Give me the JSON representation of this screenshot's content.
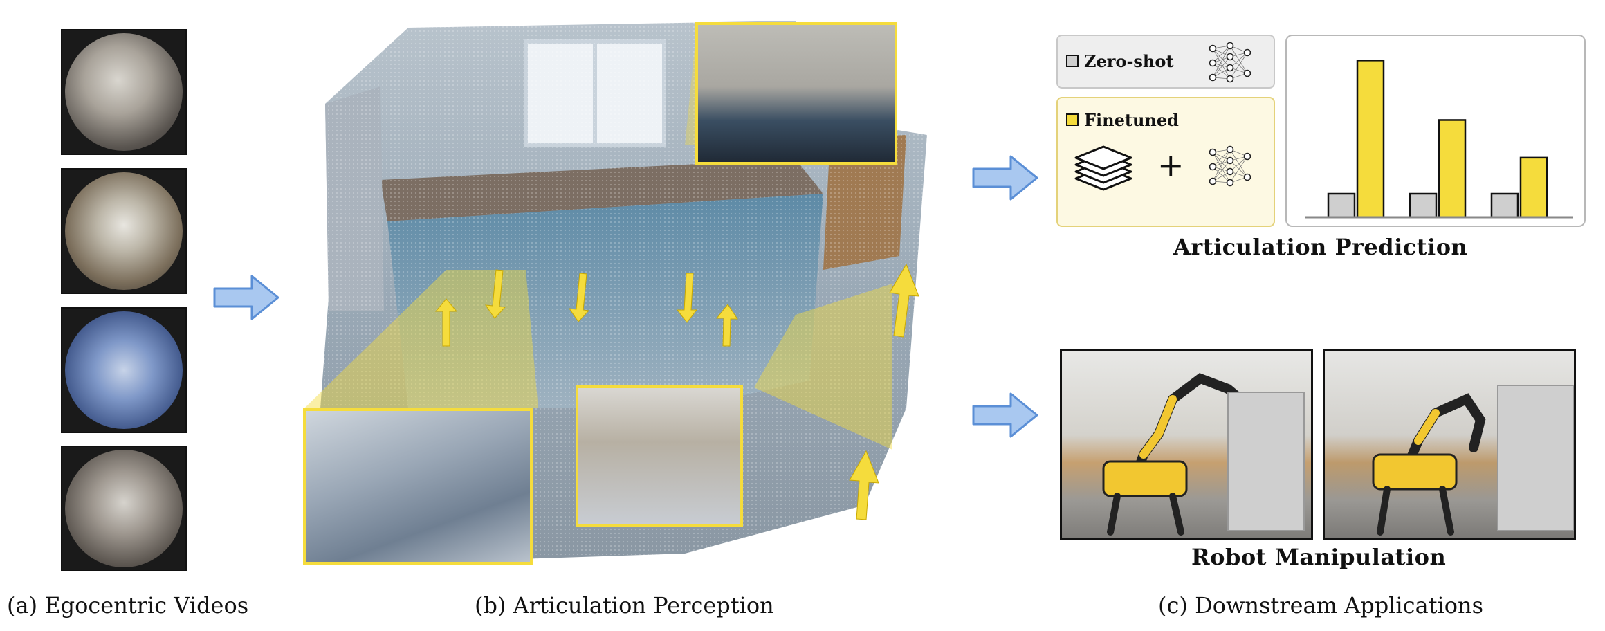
{
  "captions": {
    "a": "(a) Egocentric Videos",
    "b": "(b) Articulation Perception",
    "c": "(c) Downstream Applications"
  },
  "headings": {
    "prediction": "Articulation Prediction",
    "manipulation": "Robot Manipulation"
  },
  "legend": {
    "zero_shot": "Zero-shot",
    "finetuned": "Finetuned",
    "plus": "+"
  },
  "colors": {
    "accent_yellow": "#f5dc3c",
    "zero_shot_gray": "#cfcfcf",
    "arrow_blue": "#a9c8f0",
    "arrow_blue_edge": "#5b8fd6",
    "finetuned_bg": "#fdf9e3",
    "zero_shot_bg": "#eeeeee"
  },
  "icons": {
    "flow_arrow": "block-arrow-right-icon",
    "network": "neural-network-icon",
    "layers": "stacked-layers-icon"
  },
  "chart_data": {
    "type": "bar",
    "categories": [
      "",
      "",
      ""
    ],
    "series": [
      {
        "name": "Zero-shot",
        "values": [
          0.15,
          0.15,
          0.15
        ]
      },
      {
        "name": "Finetuned",
        "values": [
          1.0,
          0.62,
          0.38
        ]
      }
    ],
    "title": "",
    "xlabel": "",
    "ylabel": "",
    "ylim": [
      0,
      1.05
    ]
  }
}
